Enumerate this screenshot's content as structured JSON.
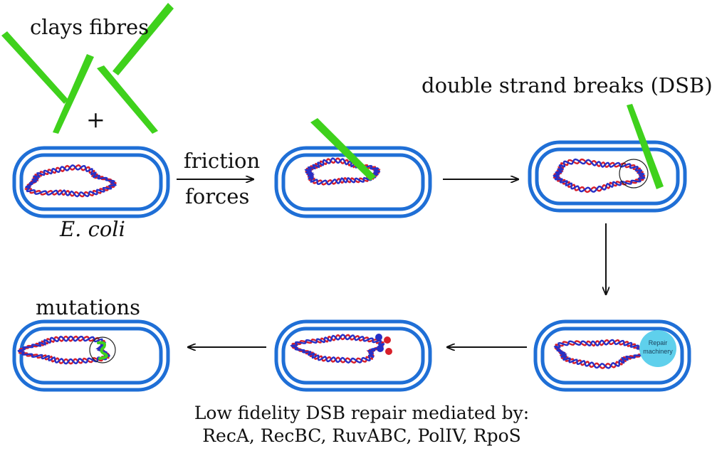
{
  "labels": {
    "clays_fibres": "clays fibres",
    "plus": "+",
    "friction": "friction",
    "forces": "forces",
    "e_coli": "E. coli",
    "dsb": "double strand breaks (DSB)",
    "mutations": "mutations",
    "repair_line1": "Repair",
    "repair_line2": "machinery",
    "footer_line1": "Low fidelity DSB repair mediated by:",
    "footer_line2": "RecA, RecBC, RuvABC, PolIV, RpoS"
  },
  "colors": {
    "membrane": "#1f6fd6",
    "fibre": "#3fd11c",
    "dna_red": "#d8202a",
    "dna_blue": "#2630c6",
    "repair": "#5fd0ec",
    "arrow": "#111111",
    "mutation": "#3fd11c"
  }
}
